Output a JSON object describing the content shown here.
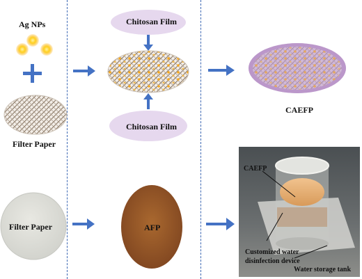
{
  "labels": {
    "ag_nps": "Ag NPs",
    "filter_paper_top": "Filter Paper",
    "chitosan_film_top": "Chitosan Film",
    "chitosan_film_bottom": "Chitosan Film",
    "caefp": "CAEFP",
    "filter_paper_bottom": "Filter Paper",
    "afp": "AFP"
  },
  "photo_labels": {
    "caefp": "CAEFP",
    "device_line1": "Customized water",
    "device_line2": "disinfection device",
    "tank": "Water storage tank"
  },
  "colors": {
    "arrow": "#4472c4",
    "dash": "#3b67b3",
    "chitosan": "#e6d8ee",
    "nanoparticle": "#f7b500",
    "mesh": "#9b8a78",
    "afp": "#9a5a2a",
    "filter_paper": "#deded8"
  }
}
